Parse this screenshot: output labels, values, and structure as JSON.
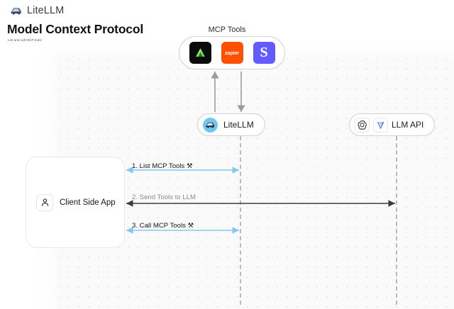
{
  "brand": {
    "name": "LiteLLM",
    "logo_icon": "litellm-logo-icon"
  },
  "header": {
    "title": "Model Context Protocol",
    "subtitle": "List and call MCP tools"
  },
  "diagram": {
    "mcp_tools": {
      "label": "MCP Tools",
      "tools": [
        {
          "id": "triangle",
          "name": "triangle-tool-icon",
          "text": "",
          "bg": "#0b0b0d"
        },
        {
          "id": "zapier",
          "name": "zapier-tool-icon",
          "text": "zapier",
          "bg": "#ff4f00"
        },
        {
          "id": "stripe",
          "name": "stripe-tool-icon",
          "text": "S",
          "bg": "#635bff"
        }
      ]
    },
    "nodes": {
      "litellm": {
        "label": "LiteLLM",
        "avatar_icon": "litellm-avatar-icon"
      },
      "llm_api": {
        "label": "LLM API",
        "providers": [
          {
            "name": "openai-icon"
          },
          {
            "name": "vertex-ai-icon"
          }
        ]
      },
      "client": {
        "label": "Client Side App",
        "icon": "user-icon"
      }
    },
    "steps": [
      {
        "number": "1.",
        "text": "1. List MCP Tools",
        "emoji": "⚒",
        "tone": "blue"
      },
      {
        "number": "2.",
        "text": "2. Send Tools to LLM",
        "emoji": "",
        "tone": "gray"
      },
      {
        "number": "3.",
        "text": "3. Call MCP Tools",
        "emoji": "⚒",
        "tone": "blue"
      }
    ],
    "colors": {
      "accent_blue": "#7ec9ef",
      "edge_dark": "#3b3b42",
      "lifeline": "#b9b9bf",
      "canvas": "#fafafa",
      "dot": "#e3e3e6"
    }
  }
}
